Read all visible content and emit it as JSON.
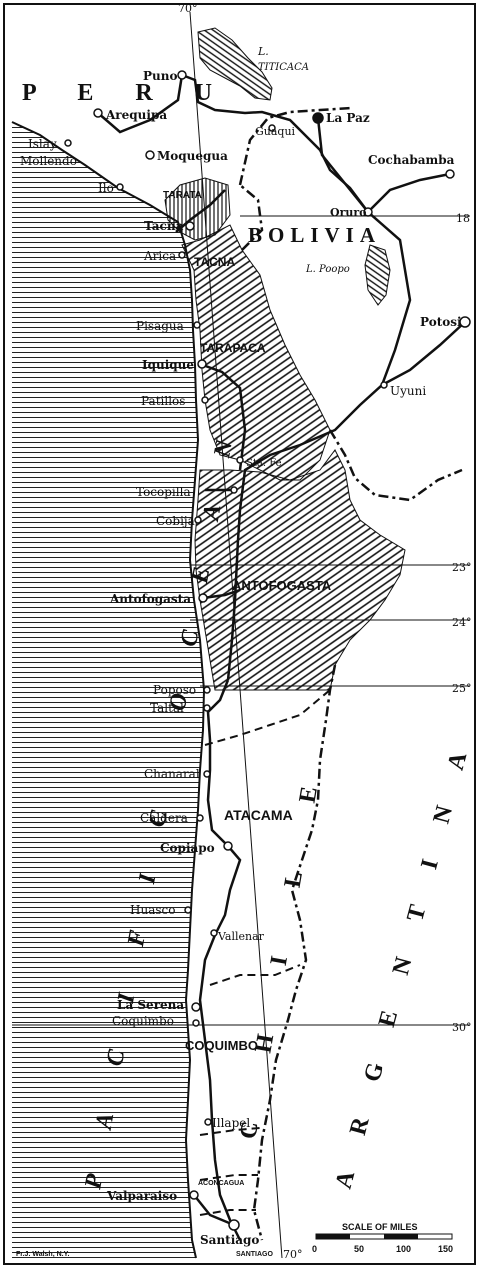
{
  "countries": {
    "peru": "P E R U",
    "bolivia": "BOLIVIA",
    "chile": "CHILE",
    "argentina": "ARGENTINA",
    "ocean": "PACIFIC OCEAN"
  },
  "lakes": {
    "titicaca_prefix": "L.",
    "titicaca": "TITICACA",
    "poopo": "L. Poopo"
  },
  "regions": {
    "tarata": "TARATA",
    "tacna": "TACNA",
    "tarapaca": "TARAPACA",
    "antofogasta": "ANTOFOGASTA",
    "atacama": "ATACAMA",
    "coquimbo": "COQUIMBO",
    "aconcagua": "ACONCAGUA",
    "santiago_region": "SANTIAGO"
  },
  "cities": {
    "puno": "Puno",
    "arequipa": "Arequipa",
    "islay": "Islay",
    "mollendo": "Mollendo",
    "moquegua": "Moquegua",
    "ilo": "Ilo",
    "guaqui": "Guaqui",
    "la_paz": "La Paz",
    "cochabamba": "Cochabamba",
    "oruro": "Oruro",
    "tacna": "Tacna",
    "arica": "Arica",
    "potosi": "Potosi",
    "pisagua": "Pisagua",
    "iquique": "Iquique",
    "uyuni": "Uyuni",
    "patillos": "Patillos",
    "sta_fe": "Sta. Fe",
    "tocopilla": "Tocopilla",
    "cobija": "Cobija",
    "antofogasta": "Antofogasta",
    "poposo": "Poposo",
    "taltal": "Taltal",
    "chanaral": "Chanaral",
    "caldera": "Caldera",
    "copiapo": "Copiapo",
    "huasco": "Huasco",
    "vallenar": "Vallenar",
    "la_serena": "La Serena",
    "coquimbo": "Coquimbo",
    "illapel": "Illapel",
    "valparaiso": "Valparaiso",
    "santiago": "Santiago"
  },
  "grid_labels": {
    "lon70_top": "70°",
    "lat18": "18",
    "lat23": "23°",
    "lat24": "24°",
    "lat25": "25°",
    "lat30": "30°",
    "lon70_bottom": "70°"
  },
  "scale": {
    "title": "SCALE OF MILES",
    "ticks": [
      "0",
      "50",
      "100",
      "150"
    ]
  },
  "credit": "Fr.J. Walsh, N.Y."
}
